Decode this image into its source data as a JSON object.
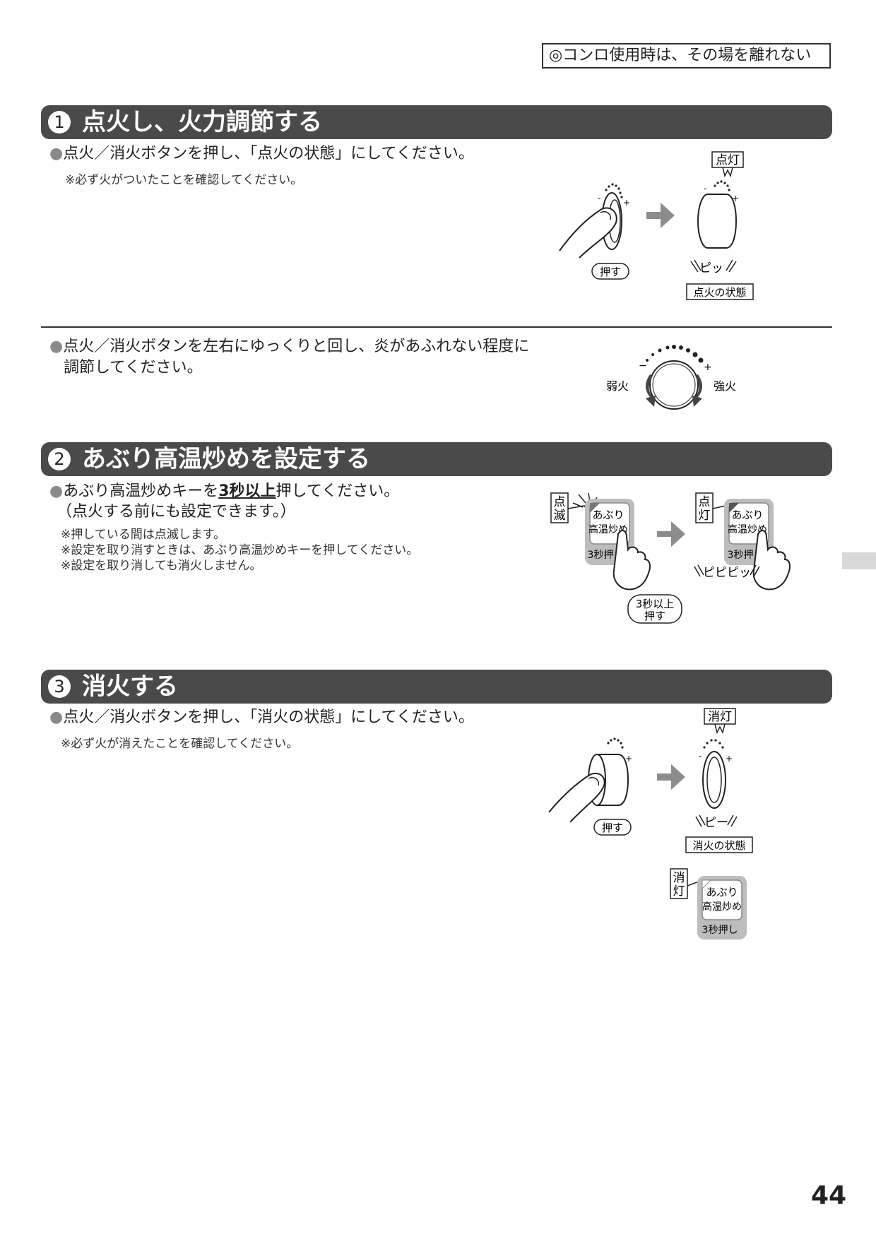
{
  "notice": "◎コンロ使用時は、その場を離れない",
  "step1": {
    "number": "1",
    "title": "点火し、火力調節する",
    "bullet1": "点火／消火ボタンを押し、「点火の状態」にしてください。",
    "note1": "※必ず火がついたことを確認してください。",
    "fig": {
      "lamp": "点灯",
      "push": "押す",
      "beep": "ピッ",
      "state": "点火の状態"
    },
    "bullet2_line1": "点火／消火ボタンを左右にゆっくりと回し、炎があふれない程度に",
    "bullet2_line2": "調節してください。",
    "dial": {
      "weak": "弱火",
      "strong": "強火",
      "minus": "−",
      "plus": "+"
    }
  },
  "step2": {
    "number": "2",
    "title": "あぶり高温炒めを設定する",
    "bullet_pre": "あぶり高温炒めキーを",
    "bullet_em": "3秒以上",
    "bullet_post": "押してください。",
    "paren": "（点火する前にも設定できます。）",
    "notes": [
      "※押している間は点滅します。",
      "※設定を取り消すときは、あぶり高温炒めキーを押してください。",
      "※設定を取り消しても消火しません。"
    ],
    "fig": {
      "blink_1": "点",
      "blink_2": "滅",
      "lit_1": "点",
      "lit_2": "灯",
      "key_1": "あぶり",
      "key_2": "高温炒め",
      "key_3": "3秒押し",
      "beep": "ピピピッ",
      "hold_1": "3秒以上",
      "hold_2": "押す"
    }
  },
  "step3": {
    "number": "3",
    "title": "消火する",
    "bullet": "点火／消火ボタンを押し、「消火の状態」にしてください。",
    "note": "※必ず火が消えたことを確認してください。",
    "fig": {
      "lamp": "消灯",
      "push": "押す",
      "beep": "ピー",
      "state": "消火の状態",
      "off_1": "消",
      "off_2": "灯",
      "key_1": "あぶり",
      "key_2": "高温炒め",
      "key_3": "3秒押し"
    }
  },
  "page_number": "44"
}
